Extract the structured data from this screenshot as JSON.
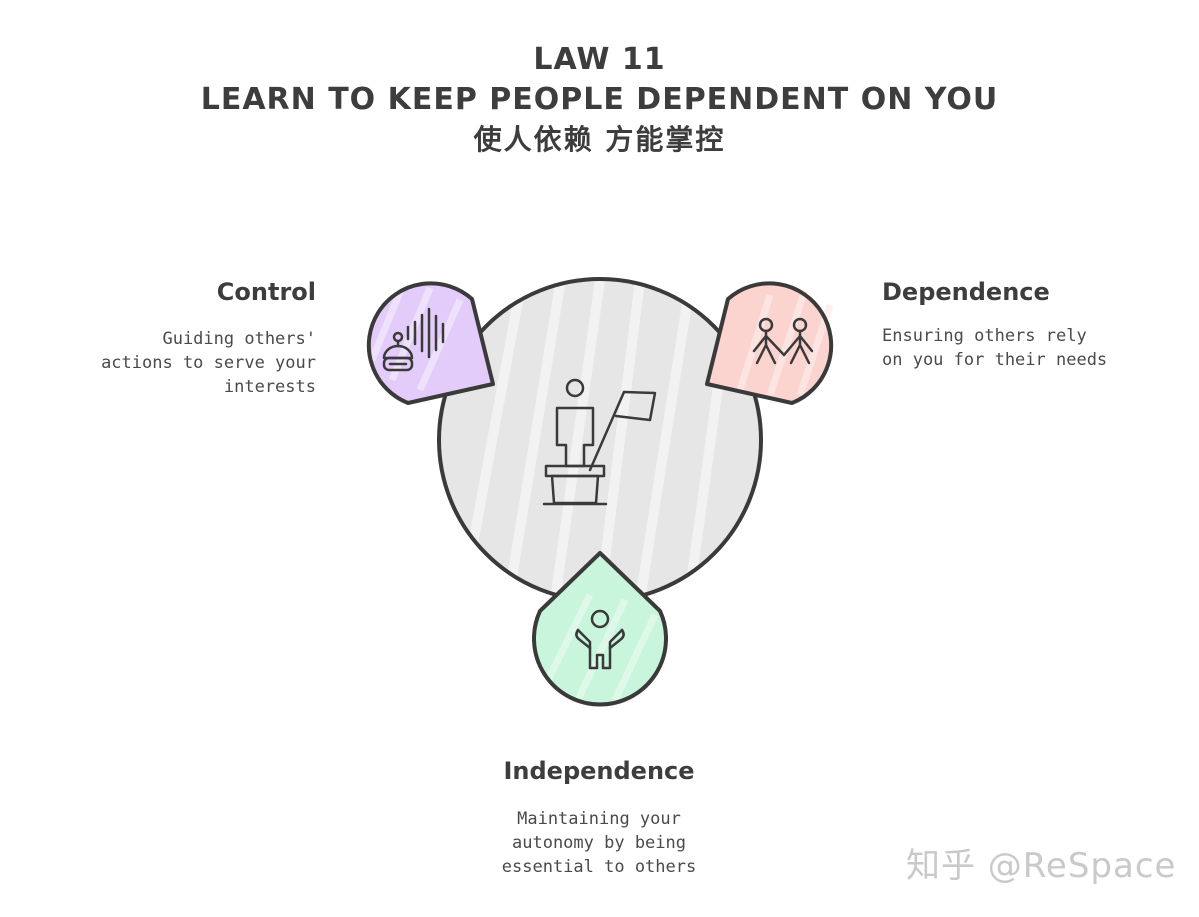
{
  "title": {
    "line1": "LAW 11",
    "line2": "LEARN TO KEEP PEOPLE DEPENDENT ON YOU",
    "line3": "使人依赖 方能掌控"
  },
  "nodes": {
    "control": {
      "title": "Control",
      "desc": [
        "Guiding others'",
        "actions to serve your",
        "interests"
      ],
      "color": "#e3ccfa",
      "icon": "robot-soundwave-icon"
    },
    "dependence": {
      "title": "Dependence",
      "desc": [
        "Ensuring others rely",
        "on you for their needs"
      ],
      "color": "#fbd3cf",
      "icon": "two-people-holding-hands-icon"
    },
    "independence": {
      "title": "Independence",
      "desc": [
        "Maintaining your",
        "autonomy by being",
        "essential to others"
      ],
      "color": "#c8f5dc",
      "icon": "person-arms-raised-icon"
    },
    "center": {
      "color": "#e6e6e6",
      "icon": "person-flag-podium-icon"
    }
  },
  "watermark": "知乎 @ReSpace"
}
